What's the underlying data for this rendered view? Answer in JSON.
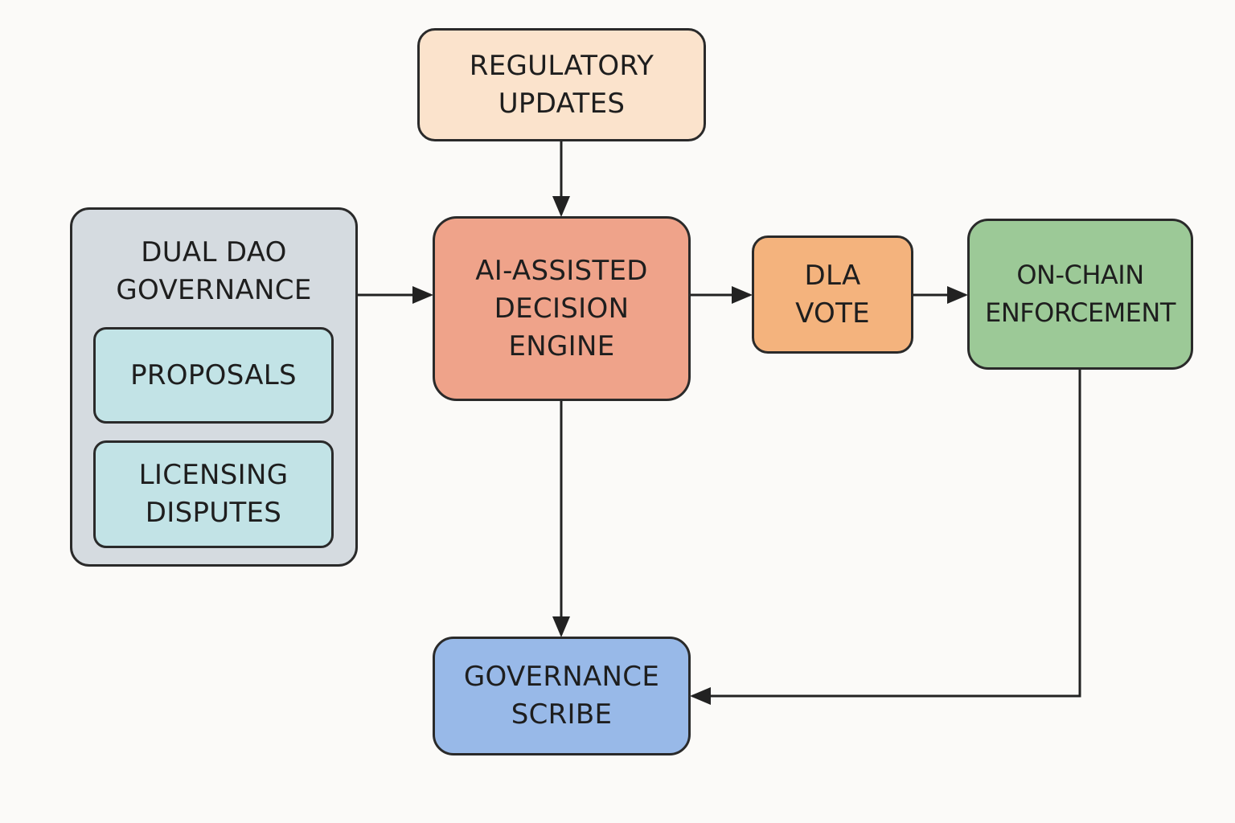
{
  "nodes": {
    "regulatory_updates": {
      "lines": [
        "REGULATORY",
        "UPDATES"
      ],
      "color": "#fbe3cc"
    },
    "dual_dao": {
      "lines": [
        "DUAL DAO",
        "GOVERNANCE"
      ],
      "color": "#d5dbe0"
    },
    "proposals": {
      "lines": [
        "PROPOSALS"
      ],
      "color": "#c2e3e6"
    },
    "licensing_disputes": {
      "lines": [
        "LICENSING",
        "DISPUTES"
      ],
      "color": "#c2e3e6"
    },
    "decision_engine": {
      "lines": [
        "AI-ASSISTED",
        "DECISION",
        "ENGINE"
      ],
      "color": "#efa38a"
    },
    "dla_vote": {
      "lines": [
        "DLA",
        "VOTE"
      ],
      "color": "#f4b37d"
    },
    "onchain_enforcement": {
      "lines": [
        "ON-CHAIN",
        "ENFORCEMENT"
      ],
      "color": "#9cc997"
    },
    "governance_scribe": {
      "lines": [
        "GOVERNANCE",
        "SCRIBE"
      ],
      "color": "#98b9e8"
    }
  },
  "edges": [
    {
      "from": "regulatory_updates",
      "to": "decision_engine"
    },
    {
      "from": "dual_dao",
      "to": "decision_engine"
    },
    {
      "from": "decision_engine",
      "to": "dla_vote"
    },
    {
      "from": "dla_vote",
      "to": "onchain_enforcement"
    },
    {
      "from": "decision_engine",
      "to": "governance_scribe"
    },
    {
      "from": "onchain_enforcement",
      "to": "governance_scribe"
    }
  ],
  "edge_color": "#222222"
}
